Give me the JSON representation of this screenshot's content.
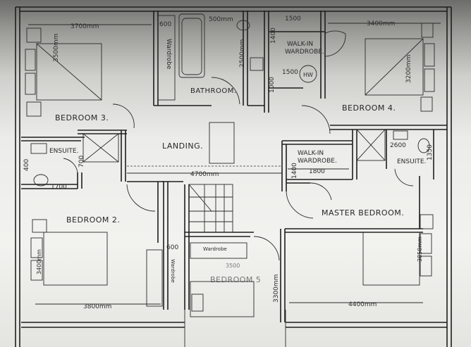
{
  "rooms": {
    "bedroom3": "BEDROOM 3.",
    "bedroom4": "BEDROOM 4.",
    "bedroom2": "BEDROOM 2.",
    "bedroom5": "BEDROOM 5",
    "master": "MASTER BEDROOM.",
    "landing": "LANDING.",
    "bathroom": "BATHROOM.",
    "ensuite_left": "ENSUITE.",
    "ensuite_right": "ENSUITE.",
    "walkin_top_1": "WALK-IN",
    "walkin_top_2": "WARDROBE.",
    "walkin_mid_1": "WALK-IN",
    "walkin_mid_2": "WARDROBE.",
    "wardrobe_b3": "Wardrobe",
    "wardrobe_b5a": "Wardrobe",
    "wardrobe_b5b": "Wardrobe",
    "hw": "HW"
  },
  "dimensions": {
    "d3700": "3700mm",
    "d600a": "600",
    "d500": "500mm",
    "d1500a": "1500",
    "d3400": "3400mm",
    "d3500": "3500mm",
    "d2500": "2500mm",
    "d1400a": "1400",
    "d1500b": "1500",
    "d1000": "1000",
    "d3200": "3200mm",
    "d400": "400",
    "d700": "700",
    "d1700": "1700",
    "d4700": "4700mm",
    "d2600": "2600",
    "d1350": "1350",
    "d1400b": "1400",
    "d1800": "1800",
    "d3400b": "3400mm",
    "d600b": "600",
    "d3300": "3300mm",
    "d3800": "3800mm",
    "d3850": "3850mm",
    "d4400": "4400mm",
    "d3500b": "3500"
  }
}
